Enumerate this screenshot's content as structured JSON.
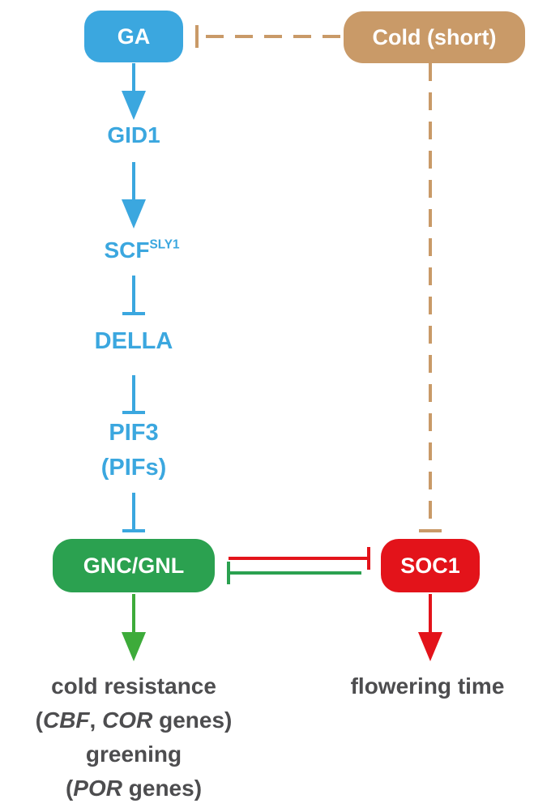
{
  "colors": {
    "blue": "#3ba7df",
    "tan": "#c99a68",
    "green": "#2ba150",
    "green_arrow": "#3dab3a",
    "red": "#e3131a",
    "text_gray": "#4d4d4f"
  },
  "nodes": {
    "ga": "GA",
    "cold_short": "Cold (short)",
    "gid1": "GID1",
    "scf": "SCF",
    "scf_superscript": "SLY1",
    "della": "DELLA",
    "pif3": "PIF3",
    "pifs": "(PIFs)",
    "gnc_gnl": "GNC/GNL",
    "soc1": "SOC1"
  },
  "outputs": {
    "cold_resistance": "cold resistance",
    "cbf": "CBF",
    "comma": ", ",
    "cor": "COR",
    "genes_close": " genes)",
    "open_paren": "(",
    "greening": "greening",
    "por": "POR",
    "flowering_time": "flowering time"
  },
  "edges": [
    {
      "from": "Cold (short)",
      "to": "GA",
      "type": "inhibition",
      "style": "dashed"
    },
    {
      "from": "Cold (short)",
      "to": "SOC1",
      "type": "inhibition",
      "style": "dashed"
    },
    {
      "from": "GA",
      "to": "GID1",
      "type": "activation"
    },
    {
      "from": "GID1",
      "to": "SCFSLY1",
      "type": "activation"
    },
    {
      "from": "SCFSLY1",
      "to": "DELLA",
      "type": "inhibition"
    },
    {
      "from": "DELLA",
      "to": "PIF3 (PIFs)",
      "type": "inhibition"
    },
    {
      "from": "PIF3 (PIFs)",
      "to": "GNC/GNL",
      "type": "inhibition"
    },
    {
      "from": "GNC/GNL",
      "to": "SOC1",
      "type": "inhibition"
    },
    {
      "from": "SOC1",
      "to": "GNC/GNL",
      "type": "inhibition"
    },
    {
      "from": "GNC/GNL",
      "to": "cold resistance / greening",
      "type": "activation"
    },
    {
      "from": "SOC1",
      "to": "flowering time",
      "type": "activation"
    }
  ]
}
